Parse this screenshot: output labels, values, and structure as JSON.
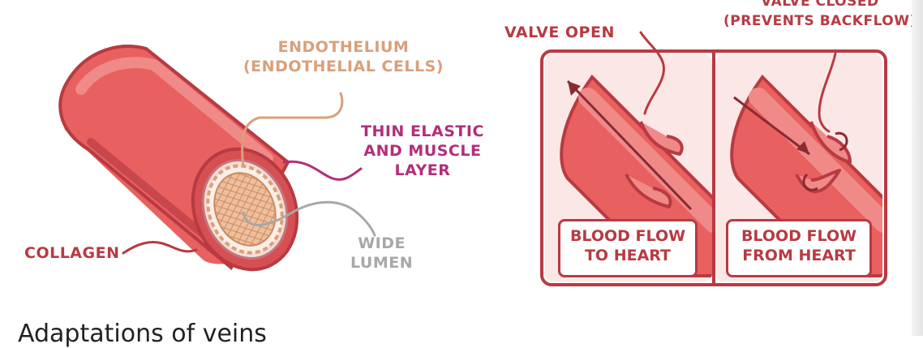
{
  "colors": {
    "vessel": "#e8605f",
    "vessel_dark": "#b83a42",
    "vessel_light": "#f08a88",
    "endothelium": "#d9a07a",
    "muscle": "#b32e7a",
    "lumen_label": "#a8a8a8",
    "line_dark": "#8a2a33"
  },
  "vein_section": {
    "endothelium_label": [
      "ENDOTHELIUM",
      "(ENDOTHELIAL CELLS)"
    ],
    "muscle_label": [
      "THIN ELASTIC",
      "AND MUSCLE",
      "LAYER"
    ],
    "lumen_label": [
      "WIDE",
      "LUMEN"
    ],
    "collagen_label": "COLLAGEN"
  },
  "valve_section": {
    "valve_open_label": "VALVE OPEN",
    "valve_closed_label": [
      "VALVE CLOSED",
      "(PREVENTS BACKFLOW)"
    ],
    "left_box": [
      "BLOOD FLOW",
      "TO HEART"
    ],
    "right_box": [
      "BLOOD FLOW",
      "FROM HEART"
    ]
  },
  "section_heading": "Adaptations of veins"
}
